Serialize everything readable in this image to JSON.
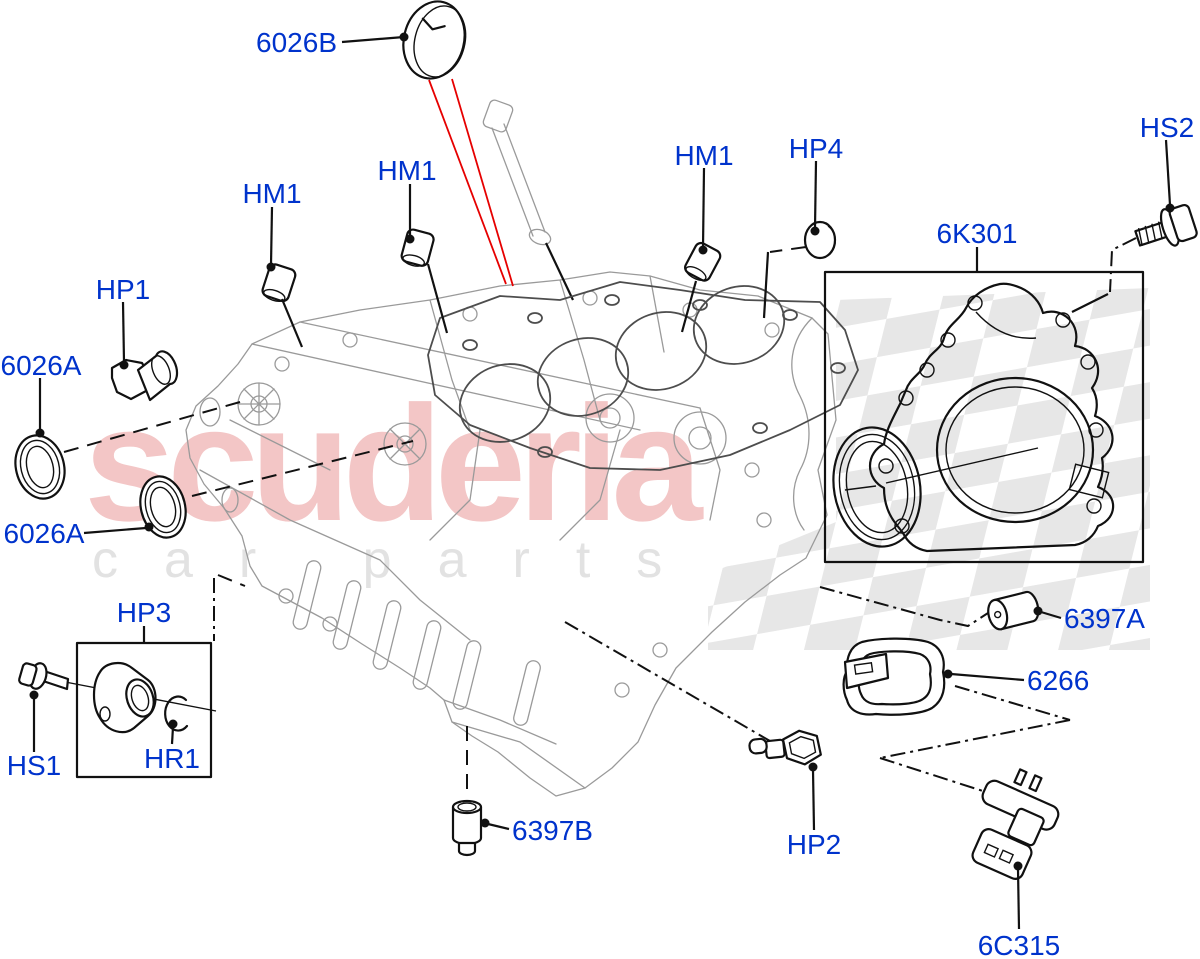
{
  "title": "engine cylinder block parts diagram",
  "watermark": {
    "brand": "scuderia",
    "tagline": "car parts"
  },
  "colors": {
    "label_blue": "#0033cc",
    "callout_black": "#111111",
    "highlight_red": "#e60000",
    "block_gray": "#999999",
    "brand_pink": "#f3c6c6",
    "tagline_gray": "#e2e2e2",
    "checker_gray": "#e7e7e7"
  },
  "labels": [
    {
      "id": "6026B",
      "text": "6026B"
    },
    {
      "id": "HM1-left",
      "text": "HM1"
    },
    {
      "id": "HM1-mid",
      "text": "HM1"
    },
    {
      "id": "HM1-right",
      "text": "HM1"
    },
    {
      "id": "HP4",
      "text": "HP4"
    },
    {
      "id": "HS2",
      "text": "HS2"
    },
    {
      "id": "6K301",
      "text": "6K301"
    },
    {
      "id": "HP1",
      "text": "HP1"
    },
    {
      "id": "6026A-upper",
      "text": "6026A"
    },
    {
      "id": "6026A-lower",
      "text": "6026A"
    },
    {
      "id": "HP3",
      "text": "HP3"
    },
    {
      "id": "HS1",
      "text": "HS1"
    },
    {
      "id": "HR1",
      "text": "HR1"
    },
    {
      "id": "6397B",
      "text": "6397B"
    },
    {
      "id": "HP2",
      "text": "HP2"
    },
    {
      "id": "6266",
      "text": "6266"
    },
    {
      "id": "6397A",
      "text": "6397A"
    },
    {
      "id": "6C315",
      "text": "6C315"
    }
  ]
}
